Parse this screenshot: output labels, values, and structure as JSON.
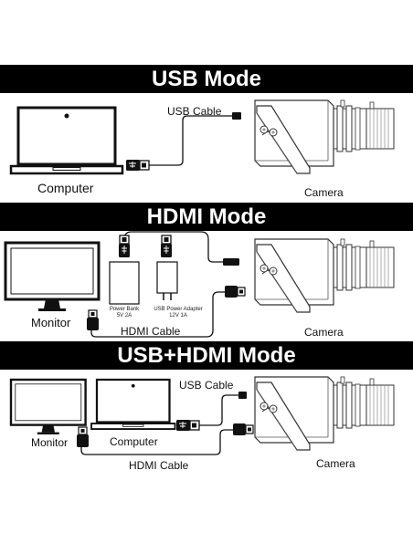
{
  "sections": {
    "usb": {
      "title": "USB Mode",
      "computer_label": "Computer",
      "cable_label": "USB Cable",
      "camera_label": "Camera"
    },
    "hdmi": {
      "title": "HDMI Mode",
      "monitor_label": "Monitor",
      "cable_label": "HDMI Cable",
      "camera_label": "Camera",
      "power_bank_line1": "Power Bank",
      "power_bank_line2": "5V 2A",
      "adapter_line1": "USB Power Adapter",
      "adapter_line2": "12V 1A"
    },
    "both": {
      "title": "USB+HDMI Mode",
      "monitor_label": "Monitor",
      "computer_label": "Computer",
      "usb_cable_label": "USB Cable",
      "hdmi_cable_label": "HDMI Cable",
      "camera_label": "Camera"
    }
  }
}
